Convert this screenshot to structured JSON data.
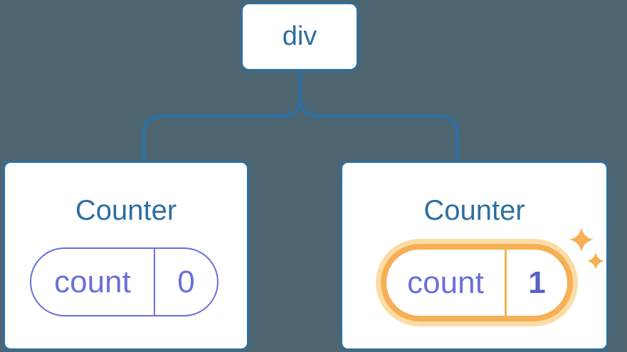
{
  "diagram": {
    "description": "Component tree: a div root with two Counter children; the second Counter's state was updated",
    "root": {
      "label": "div"
    },
    "children": [
      {
        "title": "Counter",
        "state": {
          "key": "count",
          "value": "0"
        },
        "highlighted": false
      },
      {
        "title": "Counter",
        "state": {
          "key": "count",
          "value": "1"
        },
        "highlighted": true
      }
    ]
  },
  "colors": {
    "background": "#4D6570",
    "node_blue": "#2E6F9F",
    "card_background": "#FFFFFF",
    "state_purple": "#6B6FDB",
    "state_value_updated_purple": "#575FC6",
    "highlight_orange": "#F5AF54",
    "highlight_glow": "#FBDCA6"
  },
  "icons": {
    "sparkle": "sparkle-icon"
  }
}
